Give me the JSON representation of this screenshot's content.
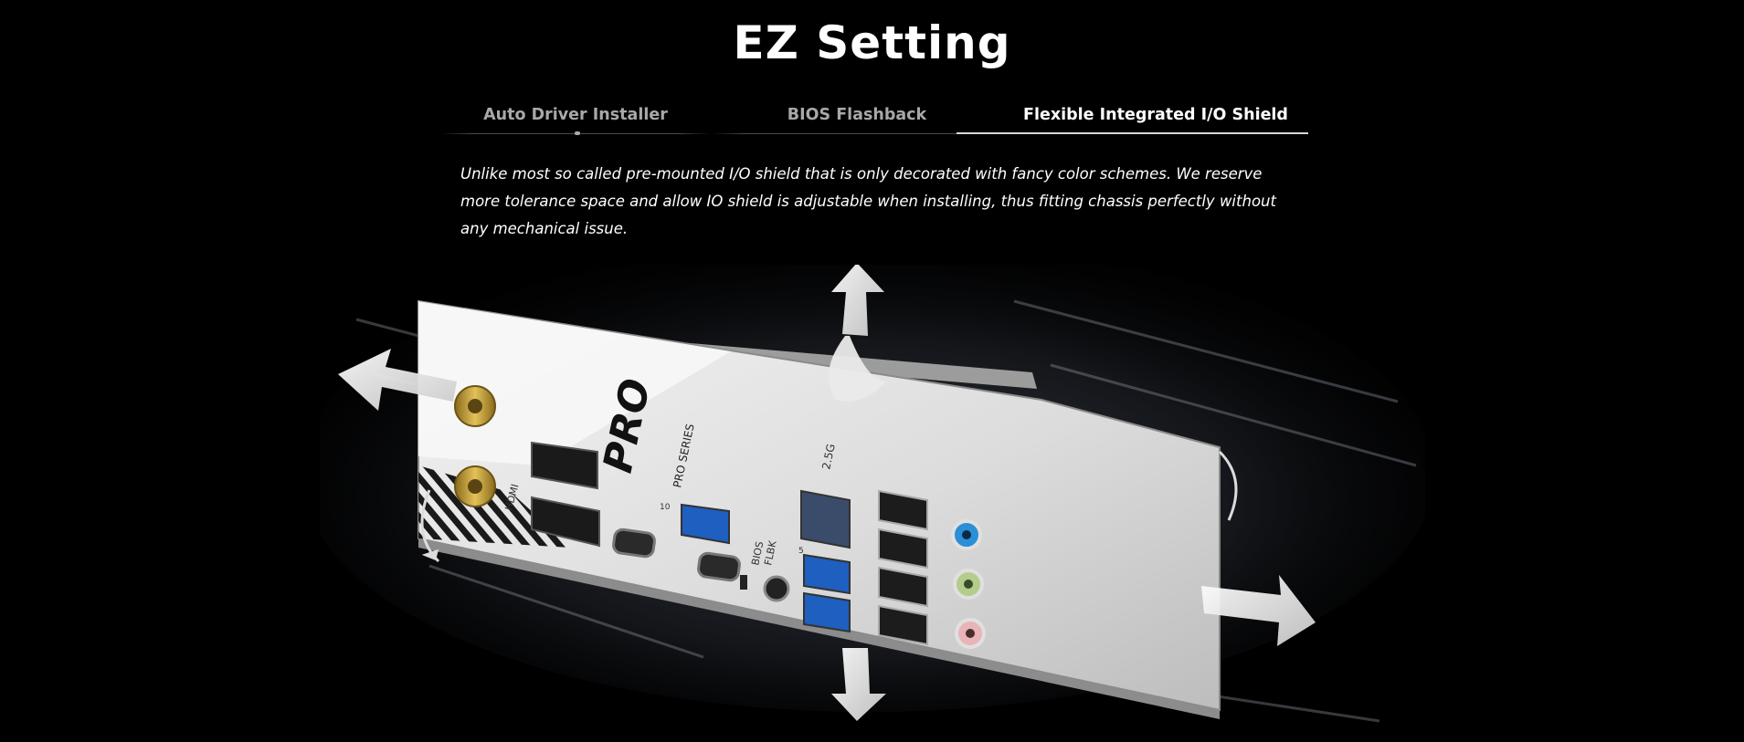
{
  "section": {
    "title": "EZ Setting"
  },
  "tabs": [
    {
      "label": "Auto Driver Installer",
      "active": false
    },
    {
      "label": "BIOS Flashback",
      "active": false
    },
    {
      "label": "Flexible Integrated I/O Shield",
      "active": true
    }
  ],
  "description": "Unlike most so called pre-mounted I/O shield that is only decorated with fancy color schemes. We reserve more tolerance space and allow IO shield is adjustable when installing, thus fitting chassis perfectly without any mechanical issue.",
  "io_shield": {
    "logo": "PRO",
    "series_label": "PRO SERIES",
    "hdmi_label": "HDMI",
    "lan_label": "2.5G",
    "bios_label_line1": "BIOS",
    "bios_label_line2": "FLBK",
    "usb_speed_10": "10",
    "usb_speed_5": "5"
  },
  "colors": {
    "background": "#000000",
    "active_tab": "#ffffff",
    "inactive_tab": "#a8a8a8",
    "shield": "#e6e6e6",
    "usb_blue": "#1e5fc0",
    "audio_blue": "#2a8fd6",
    "audio_green": "#b4cc8c",
    "audio_pink": "#e8b4b8",
    "antenna_gold": "#c9a23a"
  }
}
